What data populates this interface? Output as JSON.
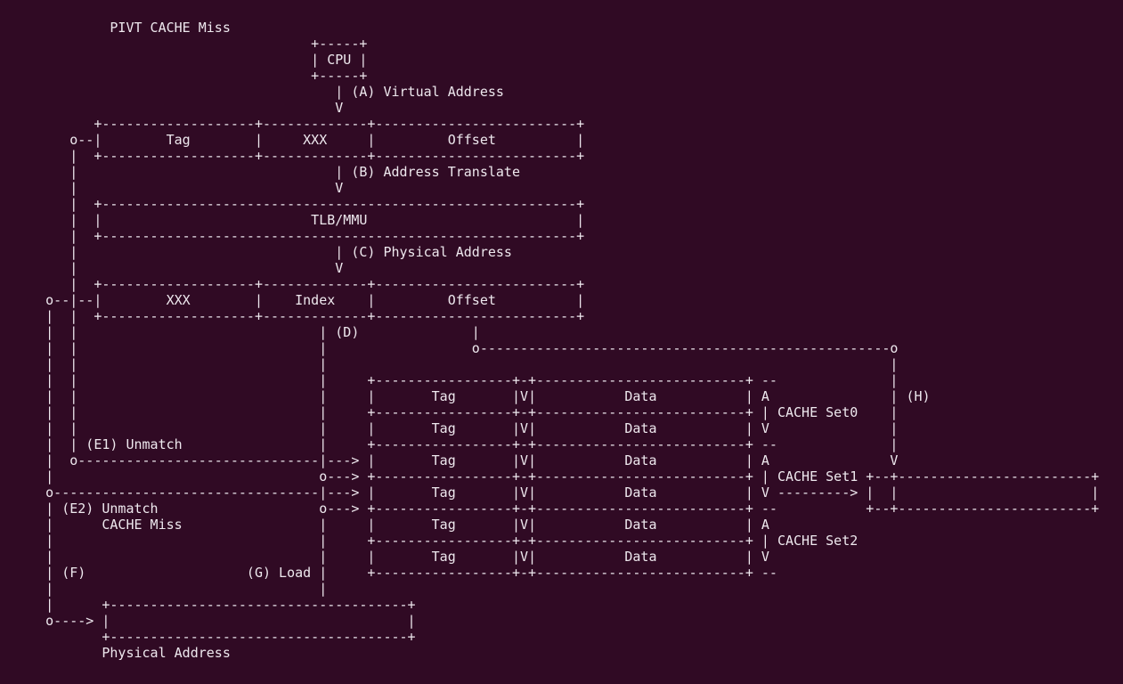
{
  "terminal": {
    "colors": {
      "background": "#300a24",
      "foreground": "#eee8ee"
    },
    "ascii_lines": [
      "",
      "             PIVT CACHE Miss",
      "                                      +-----+",
      "                                      | CPU |",
      "                                      +-----+",
      "                                         | (A) Virtual Address",
      "                                         V",
      "           +-------------------+-------------+-------------------------+",
      "        o--|        Tag        |     XXX     |         Offset          |",
      "        |  +-------------------+-------------+-------------------------+",
      "        |                                | (B) Address Translate",
      "        |                                V",
      "        |  +-----------------------------------------------------------+",
      "        |  |                          TLB/MMU                          |",
      "        |  +-----------------------------------------------------------+",
      "        |                                | (C) Physical Address",
      "        |                                V",
      "        |  +-------------------+-------------+-------------------------+",
      "     o--|--|        XXX        |    Index    |         Offset          |",
      "     |  |  +-------------------+-------------+-------------------------+",
      "     |  |                              | (D)              |",
      "     |  |                              |                  o---------------------------------------------------o",
      "     |  |                              |                                                                      |",
      "     |  |                              |     +-----------------+-+--------------------------+ --              |",
      "     |  |                              |     |       Tag       |V|           Data           | A               | (H)",
      "     |  |                              |     +-----------------+-+--------------------------+ | CACHE Set0    |",
      "     |  |                              |     |       Tag       |V|           Data           | V               |",
      "     |  | (E1) Unmatch                 |     +-----------------+-+--------------------------+ --              |",
      "     |  o------------------------------|---> |       Tag       |V|           Data           | A               V",
      "     |                                 o---> +-----------------+-+--------------------------+ | CACHE Set1 +--+------------------------+",
      "     o---------------------------------|---> |       Tag       |V|           Data           | V ---------> |  |                        |",
      "     | (E2) Unmatch                    o---> +-----------------+-+--------------------------+ --           +--+------------------------+",
      "     |      CACHE Miss                 |     |       Tag       |V|           Data           | A",
      "     |                                 |     +-----------------+-+--------------------------+ | CACHE Set2",
      "     |                                 |     |       Tag       |V|           Data           | V",
      "     | (F)                    (G) Load |     +-----------------+-+--------------------------+ --",
      "     |                                 |",
      "     |      +-------------------------------------+",
      "     o----> |                                     |",
      "            +-------------------------------------+",
      "            Physical Address"
    ]
  },
  "diagram": {
    "title": "PIVT CACHE Miss",
    "nodes": [
      "CPU",
      "Tag / XXX / Offset",
      "TLB/MMU",
      "XXX / Index / Offset",
      "CACHE Set0",
      "CACHE Set1",
      "CACHE Set2",
      "Physical Address"
    ],
    "cache_row_columns": [
      "Tag",
      "V",
      "Data"
    ],
    "steps": [
      {
        "key": "(A)",
        "label": "Virtual Address"
      },
      {
        "key": "(B)",
        "label": "Address Translate"
      },
      {
        "key": "(C)",
        "label": "Physical Address"
      },
      {
        "key": "(D)",
        "label": ""
      },
      {
        "key": "(E1)",
        "label": "Unmatch"
      },
      {
        "key": "(E2)",
        "label": "Unmatch CACHE Miss"
      },
      {
        "key": "(F)",
        "label": ""
      },
      {
        "key": "(G)",
        "label": "Load"
      },
      {
        "key": "(H)",
        "label": ""
      }
    ]
  }
}
